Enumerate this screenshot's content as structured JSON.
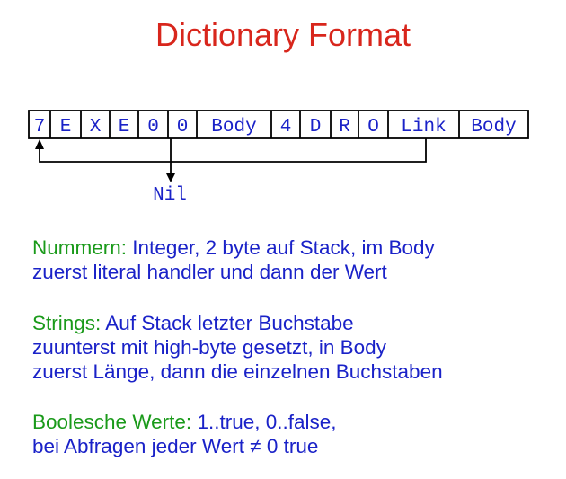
{
  "title": "Dictionary Format",
  "cells": [
    "7",
    "E",
    "X",
    "E",
    "0",
    "0",
    "Body",
    "4",
    "D",
    "R",
    "O",
    "Link",
    "Body"
  ],
  "nil_label": "Nil",
  "sections": [
    {
      "key": "Nummern:",
      "first_line": "Integer, 2 byte auf Stack, im Body",
      "more_lines": [
        "zuerst literal handler und dann der Wert"
      ]
    },
    {
      "key": "Strings:",
      "first_line": "Auf Stack letzter Buchstabe",
      "more_lines": [
        "zuunterst mit high-byte gesetzt, in Body",
        "zuerst Länge, dann die einzelnen Buchstaben"
      ]
    },
    {
      "key": "Boolesche Werte:",
      "first_line": "1..true, 0..false,",
      "more_lines": [
        "bei Abfragen jeder Wert ≠ 0 true"
      ]
    }
  ],
  "colors": {
    "title": "#d8261c",
    "text_blue": "#1a22c8",
    "text_green": "#1a9a1a",
    "lines": "#000000"
  }
}
